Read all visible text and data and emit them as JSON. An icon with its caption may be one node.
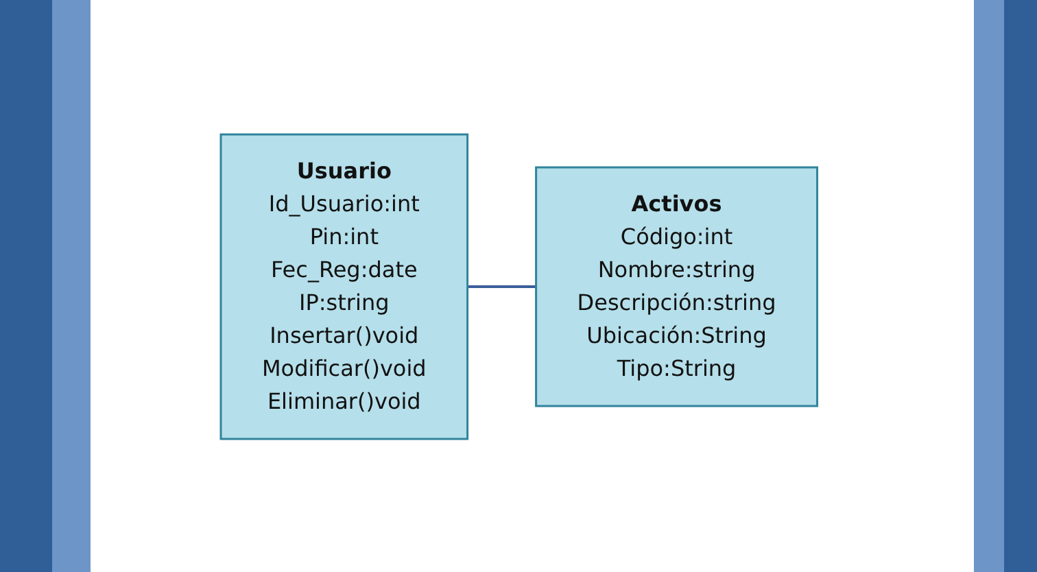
{
  "diagram": {
    "nodes": [
      {
        "text": [
          "Usuario",
          "Id_Usuario:int",
          "Pin:int",
          "Fec_Reg:date",
          "IP:string",
          "Insertar()void",
          "Modificar()void",
          "Eliminar()void"
        ]
      },
      {
        "text": [
          "Activos",
          "Código:int",
          "Nombre:string",
          "Descripción:string",
          "Ubicación:String",
          "Tipo:String"
        ]
      }
    ],
    "edges": [
      {
        "from": 0,
        "to": 1,
        "arrow": "none"
      }
    ]
  }
}
